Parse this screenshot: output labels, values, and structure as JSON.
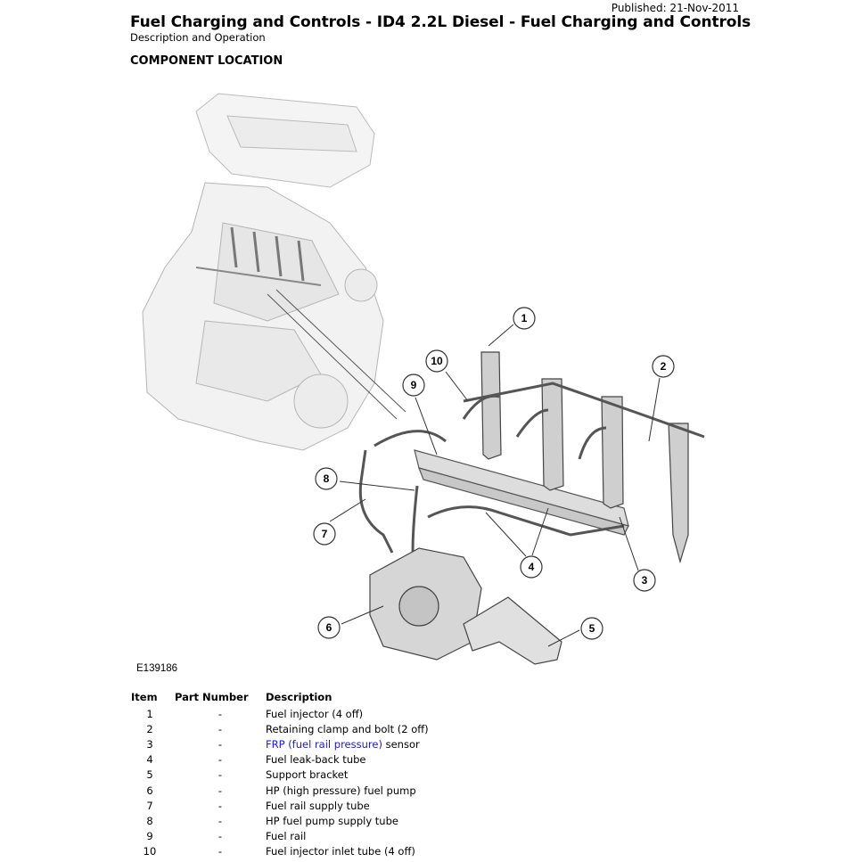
{
  "header": {
    "published": "Published: 21-Nov-2011",
    "title": "Fuel Charging and Controls - ID4 2.2L Diesel - Fuel Charging and Controls",
    "subtitle": "Description and Operation",
    "section": "COMPONENT LOCATION"
  },
  "figure": {
    "id": "E139186",
    "callouts": [
      "1",
      "2",
      "3",
      "4",
      "5",
      "6",
      "7",
      "8",
      "9",
      "10"
    ]
  },
  "table": {
    "headers": [
      "Item",
      "Part Number",
      "Description"
    ],
    "rows": [
      {
        "item": "1",
        "part": "-",
        "desc": "Fuel injector (4 off)"
      },
      {
        "item": "2",
        "part": "-",
        "desc": "Retaining clamp and bolt (2 off)"
      },
      {
        "item": "3",
        "part": "-",
        "link": "FRP (fuel rail pressure)",
        "desc": " sensor"
      },
      {
        "item": "4",
        "part": "-",
        "desc": "Fuel leak-back tube"
      },
      {
        "item": "5",
        "part": "-",
        "desc": "Support bracket"
      },
      {
        "item": "6",
        "part": "-",
        "desc": "HP (high pressure) fuel pump"
      },
      {
        "item": "7",
        "part": "-",
        "desc": "Fuel rail supply tube"
      },
      {
        "item": "8",
        "part": "-",
        "desc": "HP fuel pump supply tube"
      },
      {
        "item": "9",
        "part": "-",
        "desc": "Fuel rail"
      },
      {
        "item": "10",
        "part": "-",
        "desc": "Fuel injector inlet tube (4 off)"
      }
    ]
  },
  "colors": {
    "link": "#1a1adb"
  }
}
